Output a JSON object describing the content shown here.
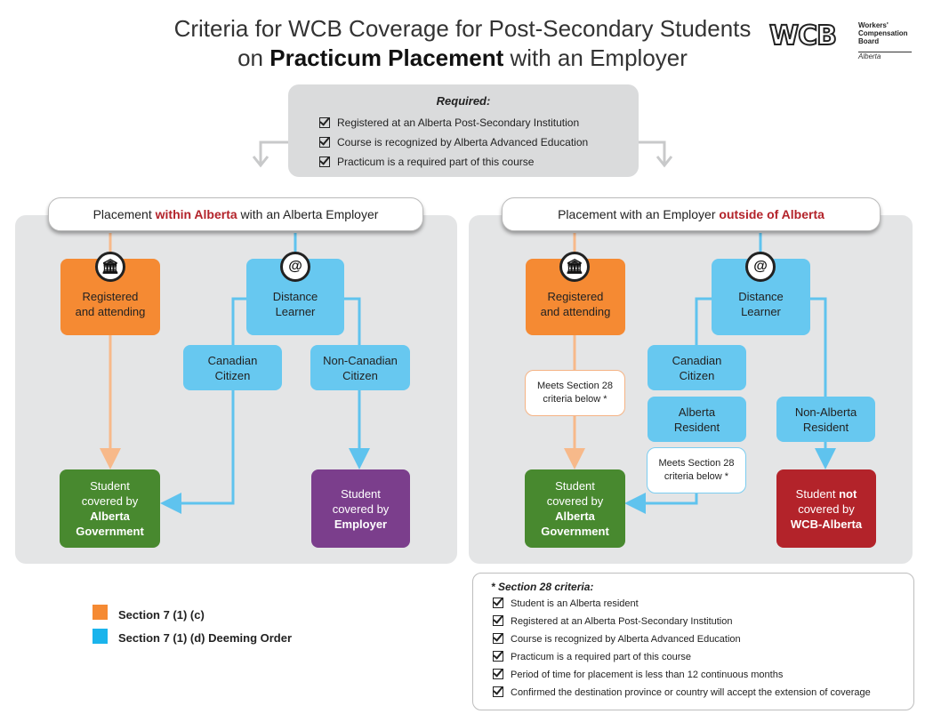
{
  "title": {
    "line1": "Criteria for WCB Coverage for Post-Secondary Students",
    "line2_pre": "on ",
    "line2_bold": "Practicum Placement",
    "line2_post": " with an Employer"
  },
  "logo": {
    "mark": "WCB",
    "text_line1": "Workers'",
    "text_line2": "Compensation",
    "text_line3": "Board",
    "sub": "Alberta"
  },
  "required": {
    "title": "Required:",
    "items": [
      "Registered at an Alberta Post-Secondary Institution",
      "Course is recognized by Alberta Advanced Education",
      "Practicum is a required part of this course"
    ]
  },
  "left_panel": {
    "header_pre": "Placement ",
    "header_highlight": "within Alberta",
    "header_post": " with an Alberta Employer",
    "registered": [
      "Registered",
      "and attending"
    ],
    "distance": [
      "Distance",
      "Learner"
    ],
    "canadian": [
      "Canadian",
      "Citizen"
    ],
    "non_canadian": [
      "Non-Canadian",
      "Citizen"
    ],
    "student_gov": [
      "Student",
      "covered by",
      "Alberta",
      "Government"
    ],
    "student_emp": [
      "Student",
      "covered by",
      "Employer"
    ]
  },
  "right_panel": {
    "header_pre": "Placement with an Employer ",
    "header_highlight": "outside of Alberta",
    "registered": [
      "Registered",
      "and attending"
    ],
    "distance": [
      "Distance",
      "Learner"
    ],
    "meets_left": [
      "Meets Section 28",
      "criteria below *"
    ],
    "canadian": [
      "Canadian",
      "Citizen"
    ],
    "alberta_resident": [
      "Alberta",
      "Resident"
    ],
    "meets_mid": [
      "Meets Section 28",
      "criteria below *"
    ],
    "non_alberta": [
      "Non-Alberta",
      "Resident"
    ],
    "student_gov": [
      "Student",
      "covered by",
      "Alberta",
      "Government"
    ],
    "student_not_pre": "Student ",
    "student_not_bold": "not",
    "student_not_line2": "covered by",
    "student_not_line3": "WCB-Alberta"
  },
  "legend": [
    {
      "label": "Section 7 (1) (c)",
      "color": "#f58a33"
    },
    {
      "label": "Section 7 (1) (d) Deeming Order",
      "color": "#1ab4ec"
    }
  ],
  "section28": {
    "title": "* Section 28 criteria:",
    "items": [
      "Student is an Alberta resident",
      "Registered at an Alberta Post-Secondary Institution",
      "Course is recognized by Alberta Advanced Education",
      "Practicum is a required part of this course",
      "Period of time for placement is less than 12 continuous months",
      "Confirmed the destination province or country will accept the extension of coverage"
    ]
  },
  "colors": {
    "orange": "#f58a33",
    "blue": "#67c8f0",
    "green": "#48892f",
    "purple": "#7b3e8c",
    "red": "#b3232a",
    "line_orange": "#f7b98a",
    "line_blue": "#5fc3ee"
  },
  "icons": {
    "institution": "building-columns-icon",
    "distance": "at-sign-icon"
  }
}
